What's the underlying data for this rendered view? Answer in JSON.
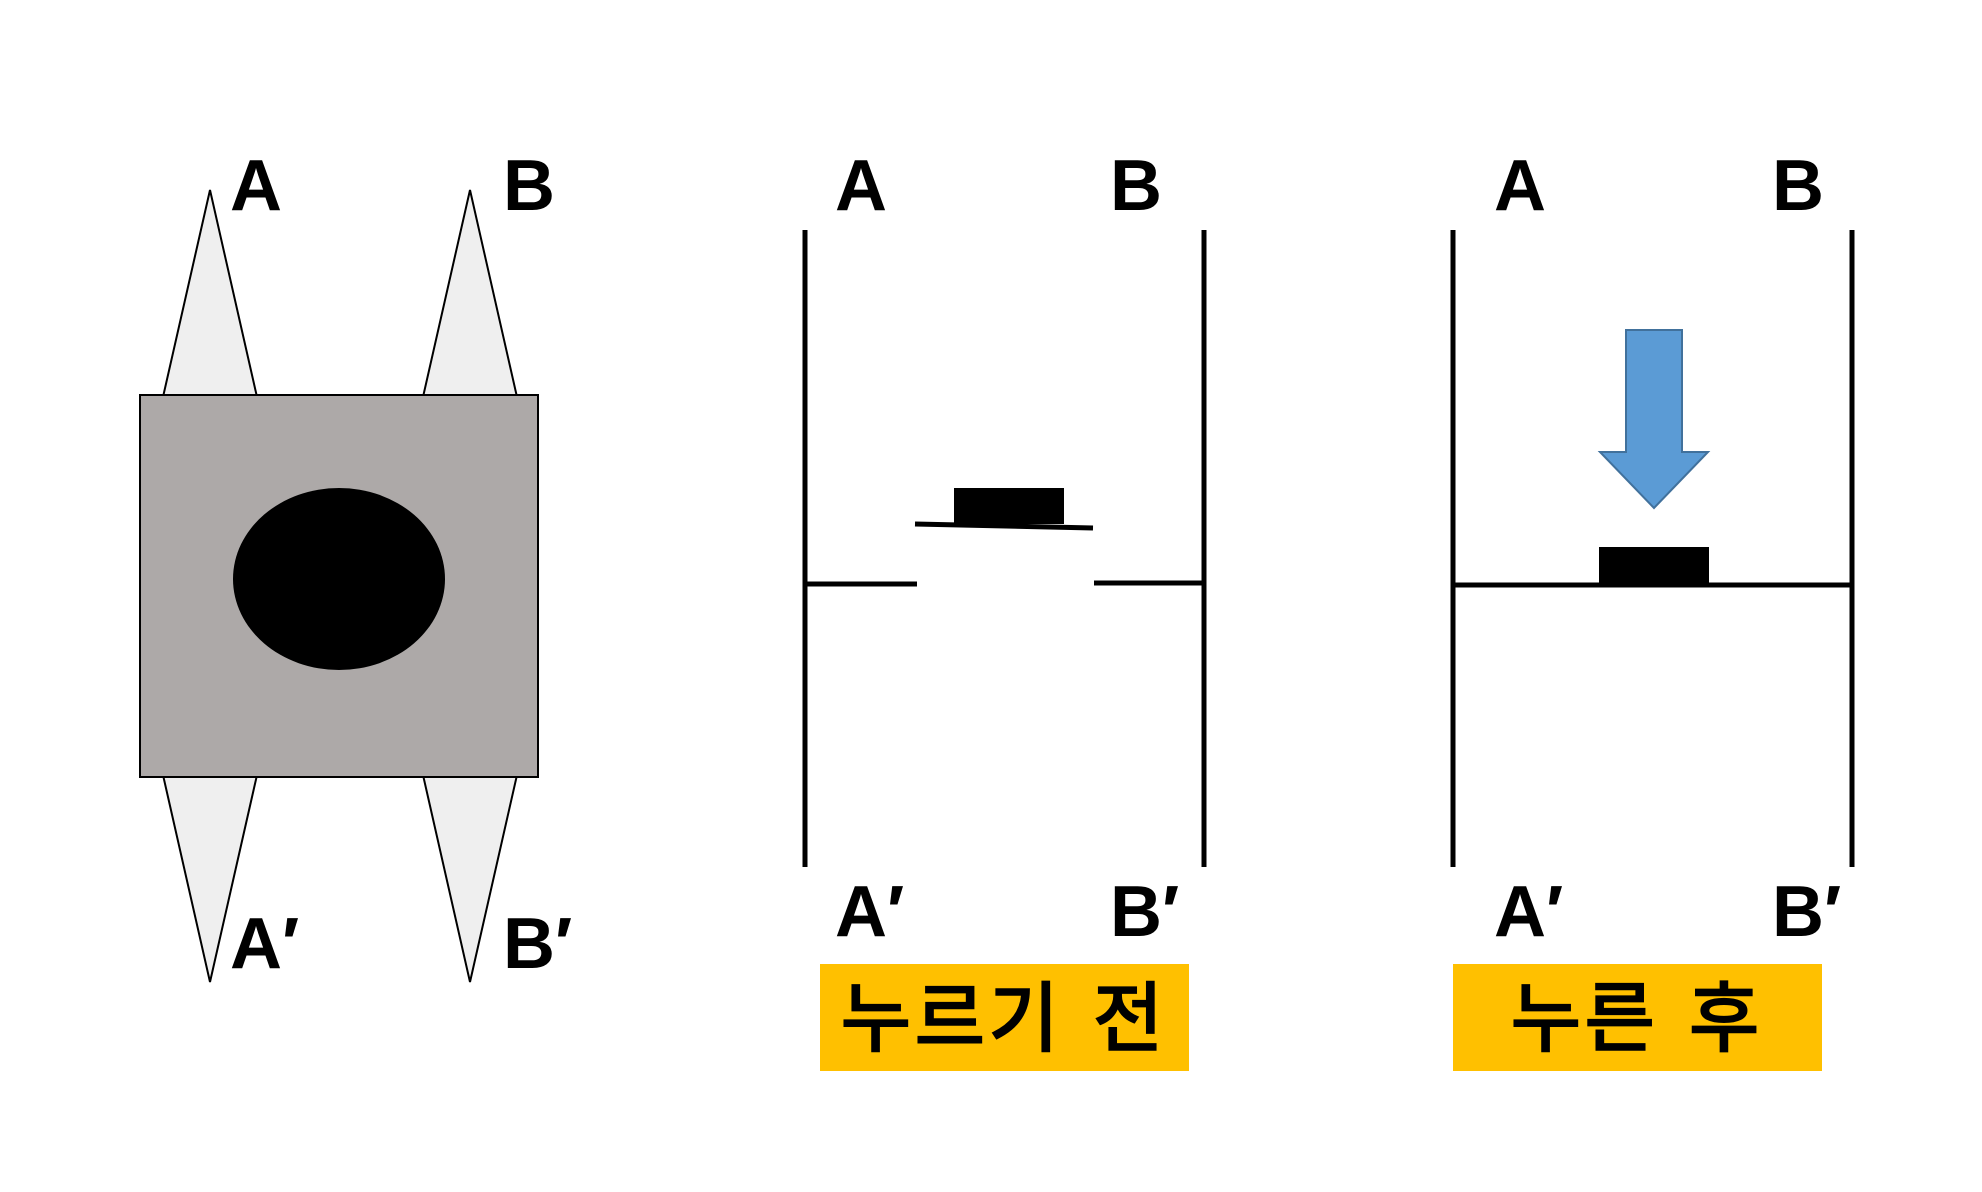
{
  "switch_pins": {
    "top_left": "A",
    "top_right": "B",
    "bottom_left": "A′",
    "bottom_right": "B′"
  },
  "before_panel": {
    "top_left": "A",
    "top_right": "B",
    "bottom_left": "A′",
    "bottom_right": "B′",
    "caption": "누르기 전"
  },
  "after_panel": {
    "top_left": "A",
    "top_right": "B",
    "bottom_left": "A′",
    "bottom_right": "B′",
    "caption": "누른 후"
  },
  "colors": {
    "caption_bg": "#FFC000",
    "switch_body": "#ADA9A8",
    "pin_fill": "#EFEFEF",
    "arrow_fill": "#5B9BD5",
    "arrow_stroke": "#41719C"
  }
}
